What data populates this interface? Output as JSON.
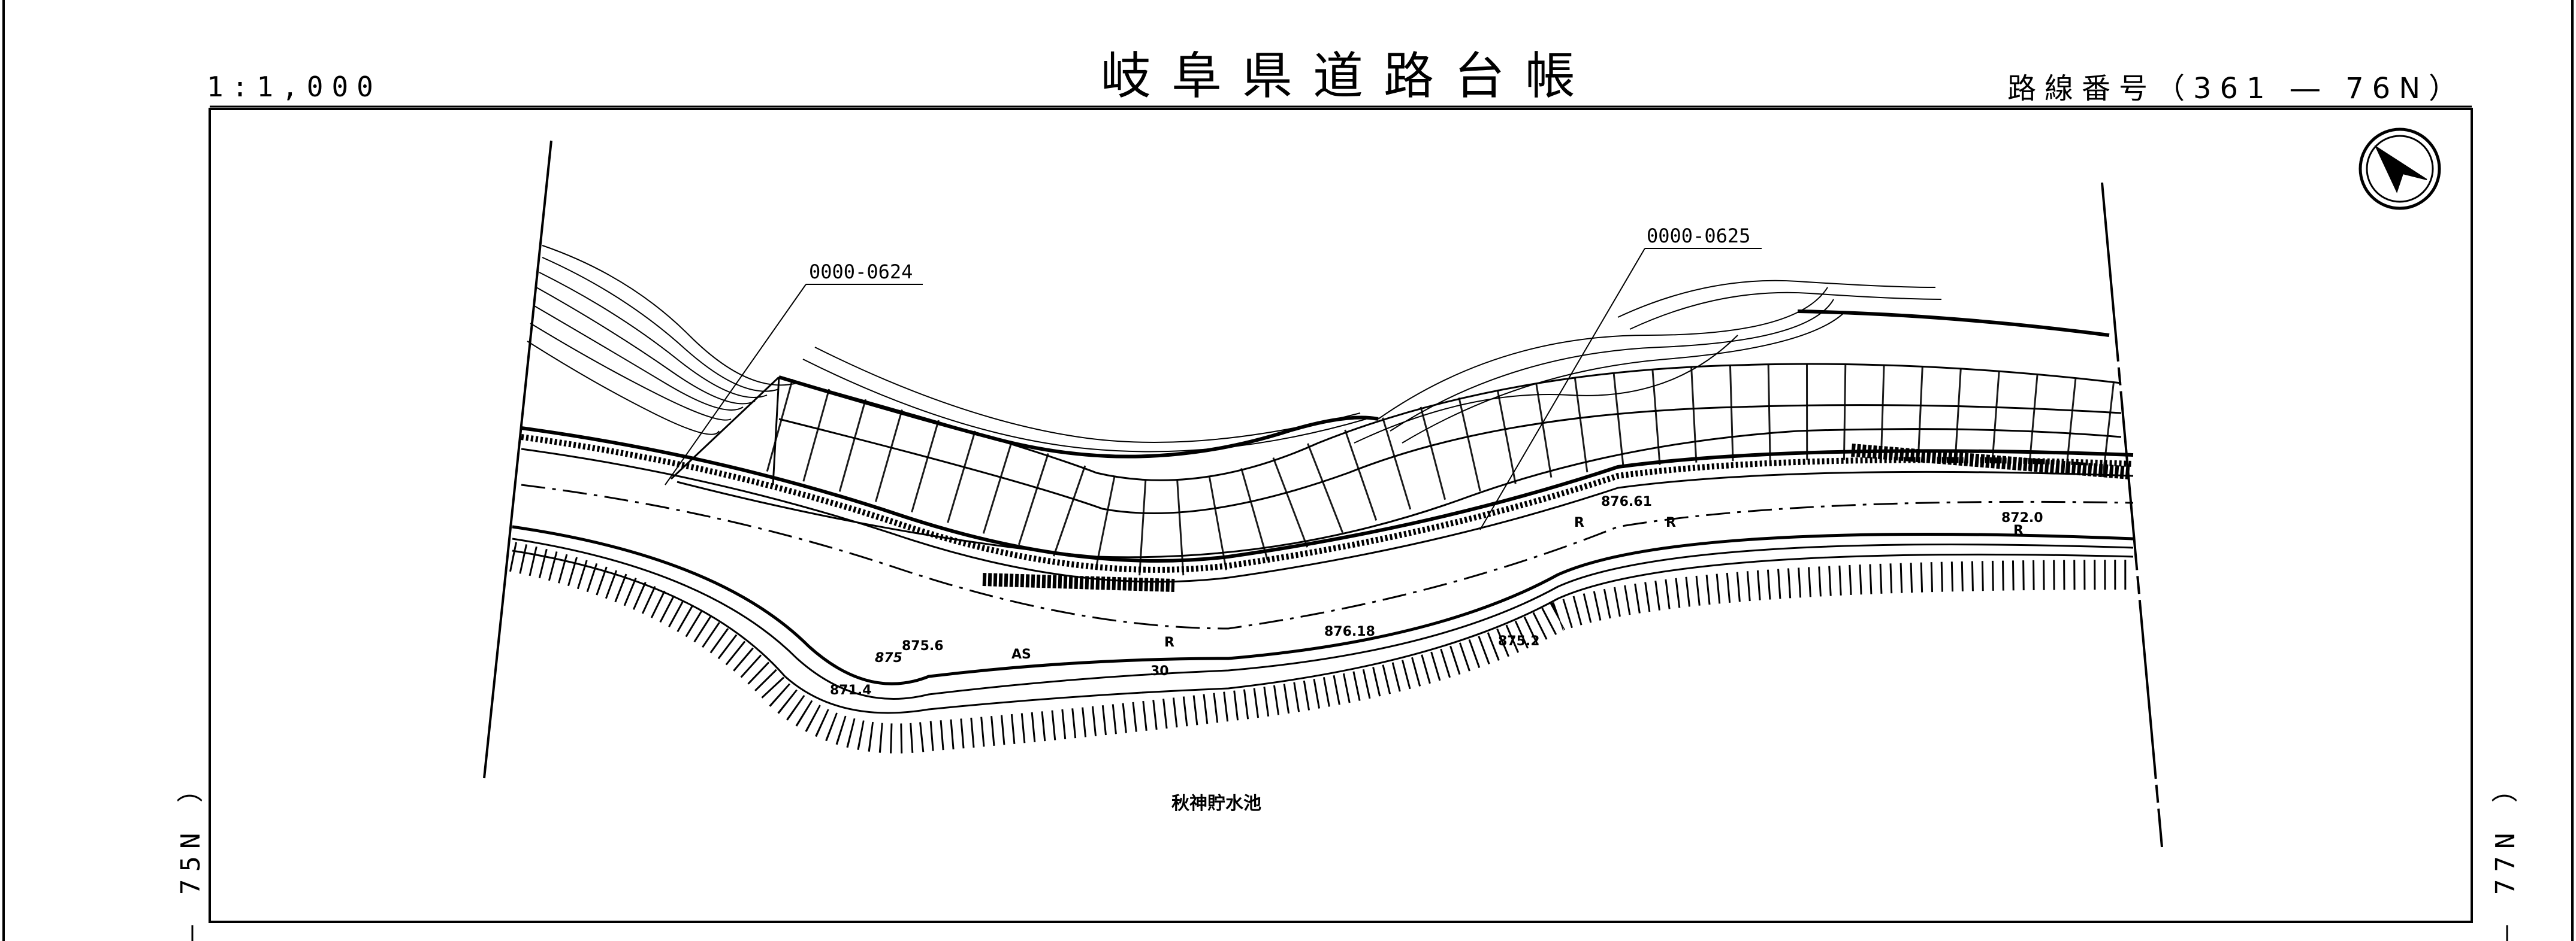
{
  "header": {
    "title": "岐阜県道路台帳",
    "scale": "1:1,000",
    "route_number": "路線番号（361 ― 76N）"
  },
  "sheet_links": {
    "left": "― 75N ）",
    "right": "― 77N ）"
  },
  "map": {
    "callouts": [
      "0000-0624",
      "0000-0625"
    ],
    "place_name": "秋神貯水池",
    "elevations": [
      "875.6",
      "876.18",
      "875.2",
      "875",
      "871.4",
      "876.61",
      "872.0"
    ],
    "symbols": [
      "AS",
      "R",
      "R",
      "R",
      "R",
      "30"
    ],
    "compass": "north-arrow"
  }
}
